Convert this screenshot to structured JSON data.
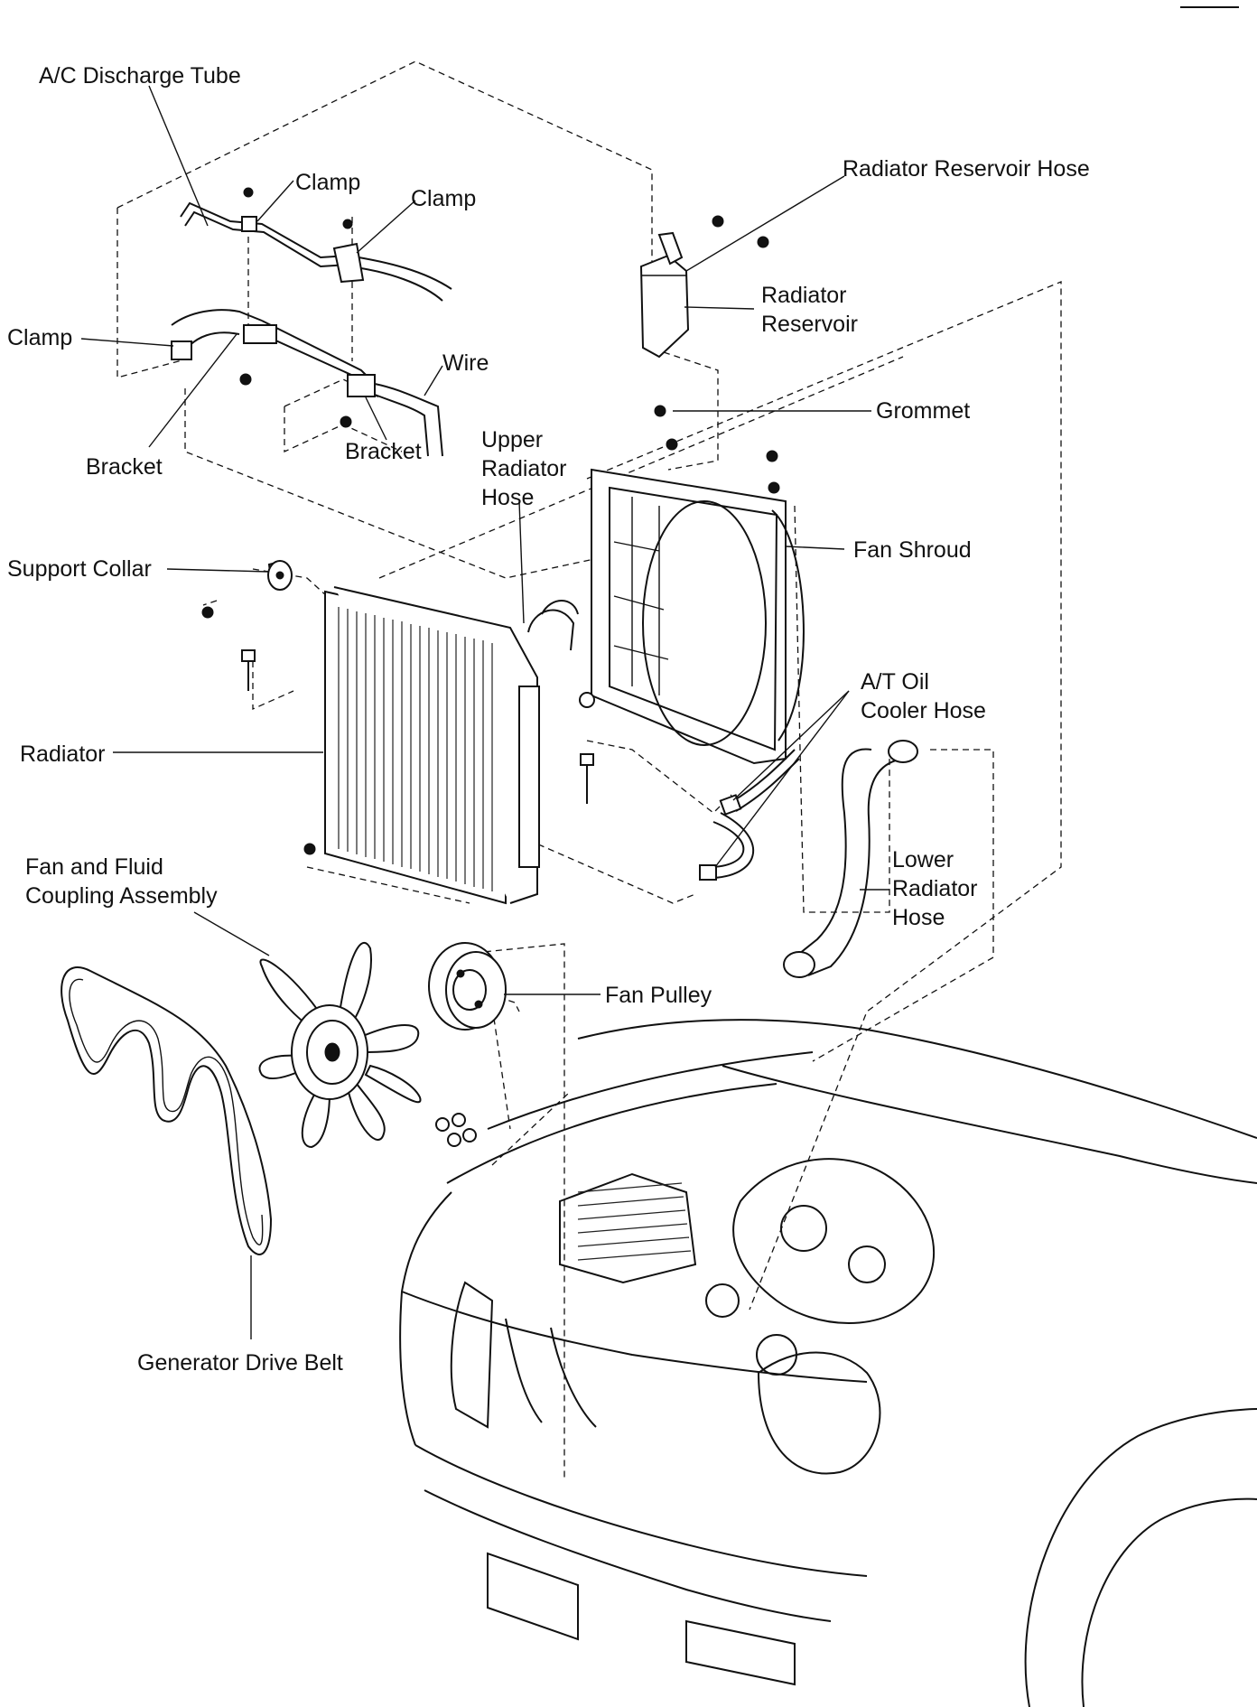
{
  "labels": {
    "ac_discharge_tube": "A/C Discharge Tube",
    "clamp_1": "Clamp",
    "clamp_2": "Clamp",
    "clamp_3": "Clamp",
    "wire": "Wire",
    "bracket_1": "Bracket",
    "bracket_2": "Bracket",
    "radiator_reservoir_hose": "Radiator Reservoir Hose",
    "radiator_reservoir_line1": "Radiator",
    "radiator_reservoir_line2": "Reservoir",
    "grommet": "Grommet",
    "upper_hose_line1": "Upper",
    "upper_hose_line2": "Radiator",
    "upper_hose_line3": "Hose",
    "fan_shroud": "Fan Shroud",
    "support_collar": "Support Collar",
    "radiator": "Radiator",
    "at_oil_line1": "A/T Oil",
    "at_oil_line2": "Cooler Hose",
    "lower_hose_line1": "Lower",
    "lower_hose_line2": "Radiator",
    "lower_hose_line3": "Hose",
    "fan_fluid_line1": "Fan and Fluid",
    "fan_fluid_line2": "Coupling Assembly",
    "fan_pulley": "Fan Pulley",
    "generator_drive_belt": "Generator Drive Belt"
  }
}
